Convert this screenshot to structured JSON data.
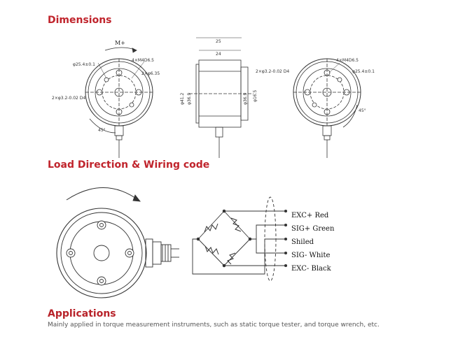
{
  "sections": {
    "dimensions": {
      "title": "Dimensions"
    },
    "load": {
      "title": "Load Direction & Wiring code"
    },
    "applications": {
      "title": "Applications",
      "description": "Mainly applied in torque measurement instruments, such as static torque tester, and torque wrench, etc."
    }
  },
  "drawing": {
    "front": {
      "direction_label": "M+",
      "label_holes": "4×M4D6.5",
      "label_pcd": "φ25.4±0.1",
      "label_center": "2×φ6.35",
      "label_pins": "2×φ3.2-0.02 D4",
      "label_angle": "45°"
    },
    "side": {
      "label_width_total": "25",
      "label_width_inner": "24",
      "label_dia_outer": "φ41.2",
      "label_dia_mid": "φ36.9",
      "label_dia_right": "φ36.9",
      "label_dia_small": "φ16.5"
    },
    "back": {
      "label_holes": "4×M4D6.5",
      "label_pins": "2×φ3.2-0.02 D4",
      "label_pcd": "φ25.4±0.1",
      "label_angle": "45°"
    }
  },
  "wiring": {
    "wires": [
      {
        "code": "EXC+",
        "color": "Red"
      },
      {
        "code": "SIG+",
        "color": "Green"
      },
      {
        "code": "Shiled",
        "color": ""
      },
      {
        "code": "SIG-",
        "color": "White"
      },
      {
        "code": "EXC-",
        "color": "Black"
      }
    ]
  },
  "colors": {
    "heading": "#c0242c",
    "body_text": "#555555",
    "line": "#333333"
  }
}
